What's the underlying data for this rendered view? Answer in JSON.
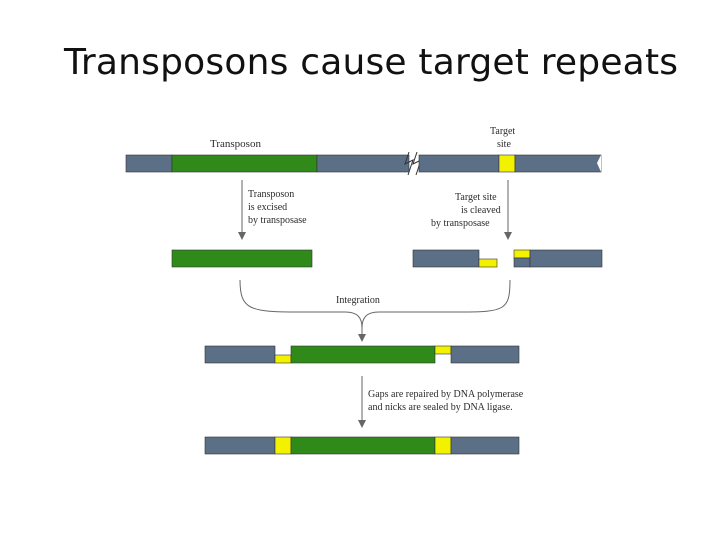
{
  "slide": {
    "title": "Transposons cause target repeats"
  },
  "colors": {
    "host_dna": "#5b6f86",
    "transposon": "#2f8a1a",
    "target_site": "#f2f200",
    "outline": "#333333"
  },
  "diagram": {
    "labels": {
      "transposon": "Transposon",
      "target_line1": "Target",
      "target_line2": "site",
      "step1_line1": "Transposon",
      "step1_line2": "is excised",
      "step1_line3": "by transposase",
      "step2_line1": "Target site",
      "step2_line2": "is cleaved",
      "step2_line3": "by transposase",
      "integration": "Integration",
      "repair_line1": "Gaps are repaired by DNA polymerase",
      "repair_line2": "and nicks are sealed by DNA ligase."
    }
  }
}
